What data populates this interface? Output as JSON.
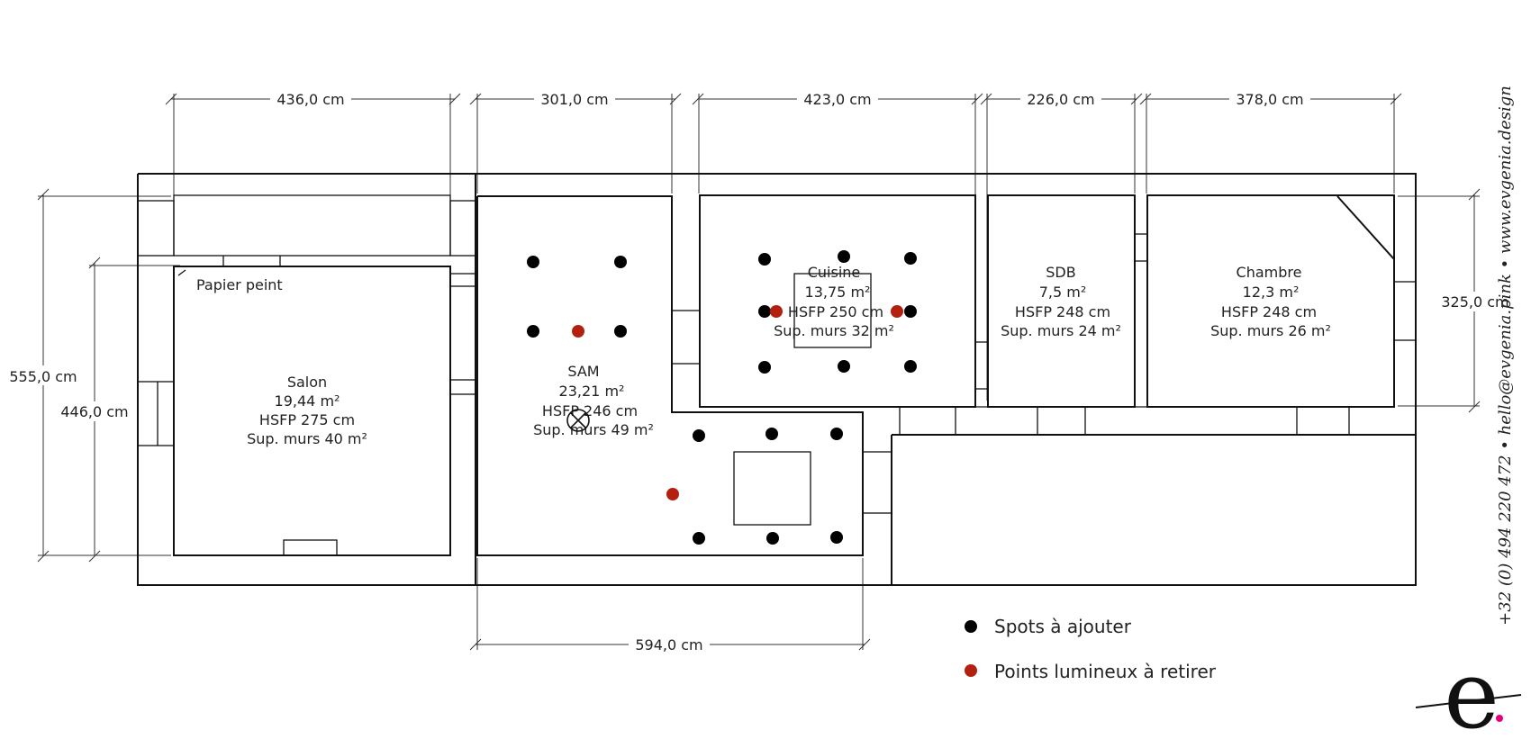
{
  "colors": {
    "wall": "#111111",
    "spot_add": "#000000",
    "spot_remove": "#b3200f",
    "logo_dot": "#e6007e"
  },
  "dimensions": {
    "salon_width": "436,0 cm",
    "sam_width": "301,0 cm",
    "cuisine_width": "423,0 cm",
    "sdb_width": "226,0 cm",
    "chambre_width": "378,0 cm",
    "total_height": "555,0 cm",
    "salon_height": "446,0 cm",
    "right_height": "325,0 cm",
    "bottom_width": "594,0 cm"
  },
  "rooms": {
    "salon": {
      "name": "Salon",
      "area": "19,44 m²",
      "hsfp": "HSFP 275 cm",
      "walls": "Sup. murs 40 m²"
    },
    "sam": {
      "name": "SAM",
      "area": "23,21 m²",
      "hsfp": "HSFP 246 cm",
      "walls": "Sup. murs 49 m²"
    },
    "cuisine": {
      "name": "Cuisine",
      "area": "13,75 m²",
      "hsfp": "HSFP 250 cm",
      "walls": "Sup. murs 32 m²"
    },
    "sdb": {
      "name": "SDB",
      "area": "7,5 m²",
      "hsfp": "HSFP 248 cm",
      "walls": "Sup. murs 24 m²"
    },
    "chambre": {
      "name": "Chambre",
      "area": "12,3 m²",
      "hsfp": "HSFP 248 cm",
      "walls": "Sup. murs 26 m²"
    }
  },
  "annotations": {
    "wallpaper": "Papier peint"
  },
  "legend": {
    "add_label": "Spots à ajouter",
    "remove_label": "Points lumineux à retirer"
  },
  "contact": {
    "text": "+32 (0) 494 220 472 • hello@evgenia.pink • www.evgenia.design"
  },
  "logo": {
    "letter": "e"
  }
}
